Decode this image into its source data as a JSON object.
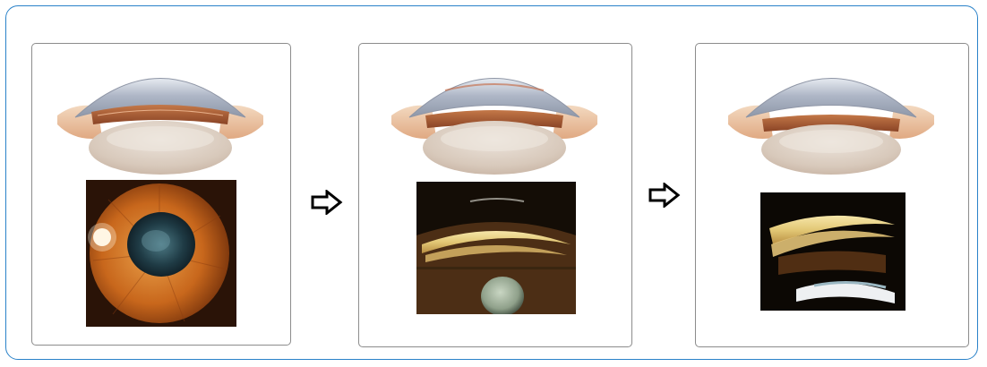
{
  "figure": {
    "stages": [
      {
        "id": "stage-1",
        "lens_state": "flat-anterior-chamber",
        "photo": "iris-slit-lamp"
      },
      {
        "id": "stage-2",
        "lens_state": "partially-formed-chamber",
        "photo": "slit-lamp-lens-section"
      },
      {
        "id": "stage-3",
        "lens_state": "deep-anterior-chamber",
        "photo": "slit-lamp-deep-chamber"
      }
    ],
    "arrows": [
      "outlined-right-arrow",
      "outlined-right-arrow"
    ],
    "colors": {
      "frame_border": "#2a82c9",
      "panel_border": "#8e8e8e",
      "cornea": "#b9c2d2",
      "iris": "#a45a35",
      "iris_photo": "#d77a22"
    }
  }
}
